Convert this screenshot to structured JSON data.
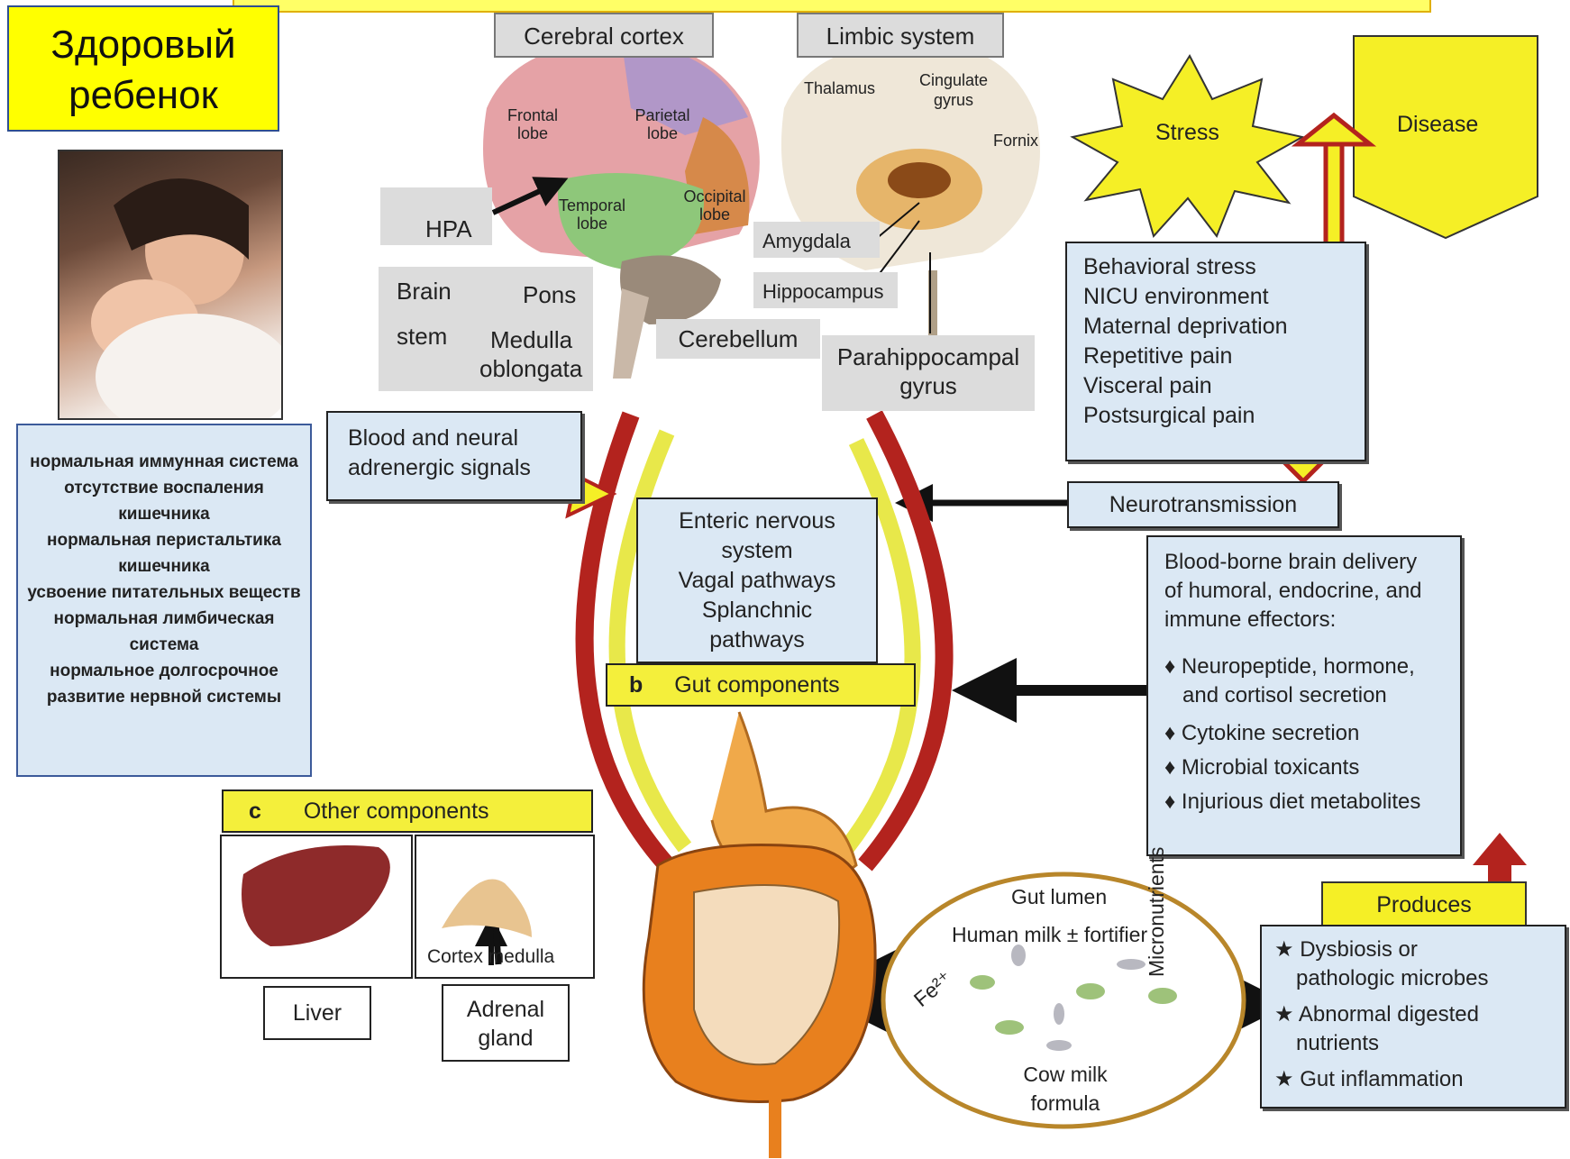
{
  "top_banner": "",
  "title": {
    "line1": "Здоровый",
    "line2": "ребенок"
  },
  "healthy_list": [
    "нормальная иммунная система",
    "отсутствие воспаления кишечника",
    "нормальная перистальтика кишечника",
    "усвоение питательных веществ",
    "нормальная лимбическая система",
    "нормальное долгосрочное развитие нервной системы"
  ],
  "brain": {
    "cerebral_cortex": "Cerebral cortex",
    "limbic_system": "Limbic system",
    "frontal": "Frontal lobe",
    "parietal": "Parietal lobe",
    "temporal": "Temporal lobe",
    "occipital": "Occipital lobe",
    "hpa": "HPA",
    "brain_stem_1": "Brain",
    "brain_stem_2": "stem",
    "pons": "Pons",
    "medulla_1": "Medulla",
    "medulla_2": "oblongata",
    "cerebellum": "Cerebellum",
    "thalamus": "Thalamus",
    "cingulate_1": "Cingulate",
    "cingulate_2": "gyrus",
    "fornix": "Fornix",
    "amygdala": "Amygdala",
    "hippocampus": "Hippocampus",
    "parahippo_1": "Parahippocampal",
    "parahippo_2": "gyrus"
  },
  "stress": "Stress",
  "disease": "Disease",
  "stressors": [
    "Behavioral stress",
    "NICU environment",
    "Maternal deprivation",
    "Repetitive pain",
    "Visceral pain",
    "Postsurgical pain"
  ],
  "neurotransmission": "Neurotransmission",
  "blood_neural": {
    "line1": "Blood and neural",
    "line2": "adrenergic signals"
  },
  "enteric": [
    "Enteric nervous",
    "system",
    "Vagal pathways",
    "Splanchnic",
    "pathways"
  ],
  "gut_components": {
    "letter": "b",
    "label": "Gut components"
  },
  "other_components": {
    "letter": "c",
    "label": "Other components"
  },
  "blood_borne": {
    "heading": [
      "Blood-borne brain delivery",
      "of humoral, endocrine, and",
      "immune effectors:"
    ],
    "items": [
      [
        "Neuropeptide, hormone,",
        "and cortisol secretion"
      ],
      [
        "Cytokine secretion"
      ],
      [
        "Microbial toxicants"
      ],
      [
        "Injurious diet metabolites"
      ]
    ]
  },
  "liver": "Liver",
  "adrenal": {
    "line1": "Adrenal",
    "line2": "gland",
    "cortex_medulla": "Cortex medulla"
  },
  "gut_lumen": {
    "title": "Gut lumen",
    "milk": "Human milk ± fortifier",
    "iron": "Fe²⁺",
    "micronutrients": "Micronutrients",
    "cow_1": "Cow milk",
    "cow_2": "formula"
  },
  "produces": "Produces",
  "products": [
    [
      "Dysbiosis or",
      "pathologic microbes"
    ],
    [
      "Abnormal digested",
      "nutrients"
    ],
    [
      "Gut inflammation"
    ]
  ],
  "colors": {
    "yellow": "#ffff00",
    "box_blue": "#dbe8f4",
    "arrow_red": "#b3231e",
    "arrow_yellow": "#e8e84a"
  }
}
